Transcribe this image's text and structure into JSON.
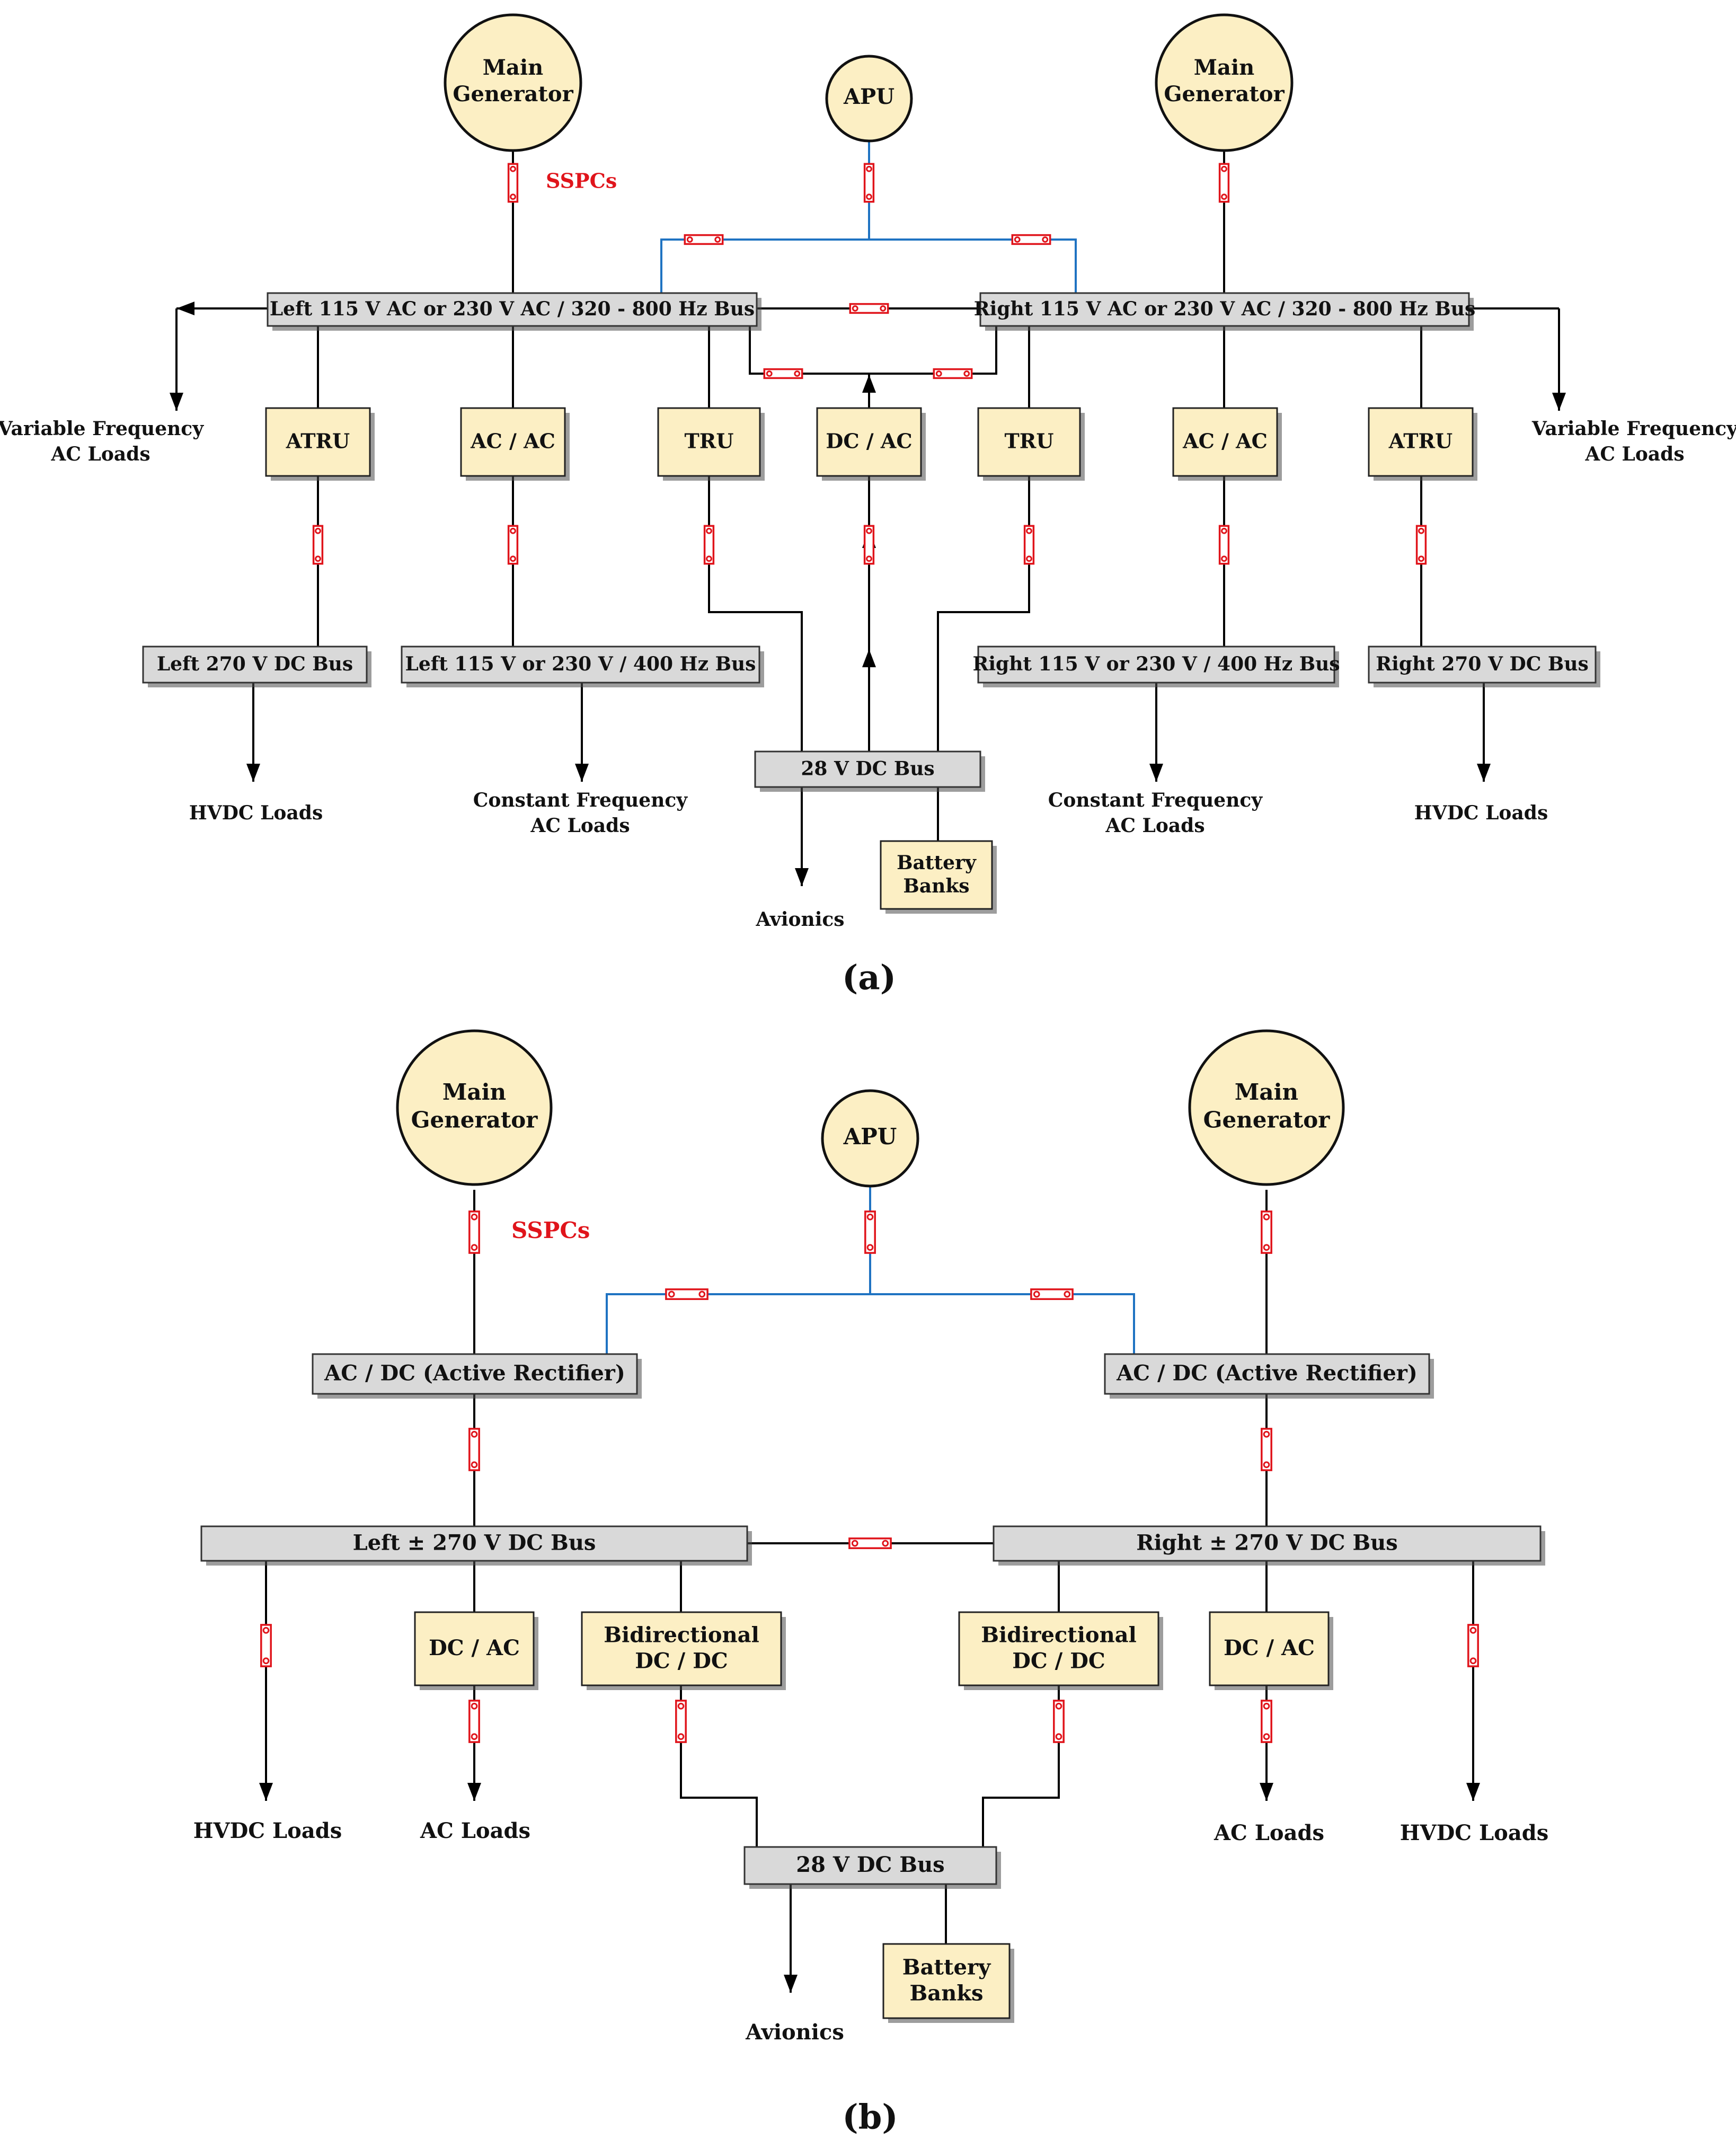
{
  "panel_a": {
    "caption": "(a)",
    "generators": {
      "left": "Main Generator",
      "apu": "APU",
      "right": "Main Generator"
    },
    "sspc_label": "SSPCs",
    "buses": {
      "left_ac": "Left 115 V AC or 230 V AC / 320 - 800 Hz Bus",
      "right_ac": "Right 115 V AC or 230 V AC / 320 - 800 Hz Bus",
      "left_270": "Left 270 V DC Bus",
      "left_400": "Left 115 V or 230 V / 400 Hz Bus",
      "dc28": "28 V DC Bus",
      "right_400": "Right 115 V or 230 V / 400 Hz Bus",
      "right_270": "Right 270 V DC Bus"
    },
    "converters": {
      "atru_l": "ATRU",
      "acac_l": "AC / AC",
      "tru_l": "TRU",
      "dcac": "DC / AC",
      "tru_r": "TRU",
      "acac_r": "AC / AC",
      "atru_r": "ATRU"
    },
    "battery": "Battery Banks",
    "loads": {
      "vf_left": "Variable Frequency AC Loads",
      "vf_right": "Variable Frequency AC Loads",
      "hvdc_left": "HVDC Loads",
      "cf_left": "Constant Frequency AC Loads",
      "avionics": "Avionics",
      "cf_right": "Constant Frequency AC Loads",
      "hvdc_right": "HVDC Loads"
    }
  },
  "panel_b": {
    "caption": "(b)",
    "generators": {
      "left": "Main Generator",
      "apu": "APU",
      "right": "Main Generator"
    },
    "sspc_label": "SSPCs",
    "rectifiers": {
      "left": "AC / DC (Active Rectifier)",
      "right": "AC / DC (Active Rectifier)"
    },
    "buses": {
      "left_dc": "Left ± 270 V DC Bus",
      "right_dc": "Right ± 270 V DC Bus",
      "dc28": "28 V DC Bus"
    },
    "converters": {
      "dcac_l": "DC / AC",
      "bidir_l": "Bidirectional DC / DC",
      "bidir_r": "Bidirectional DC / DC",
      "dcac_r": "DC / AC"
    },
    "battery": "Battery Banks",
    "loads": {
      "hvdc_left": "HVDC Loads",
      "ac_left": "AC Loads",
      "avionics": "Avionics",
      "ac_right": "AC Loads",
      "hvdc_right": "HVDC Loads"
    }
  }
}
